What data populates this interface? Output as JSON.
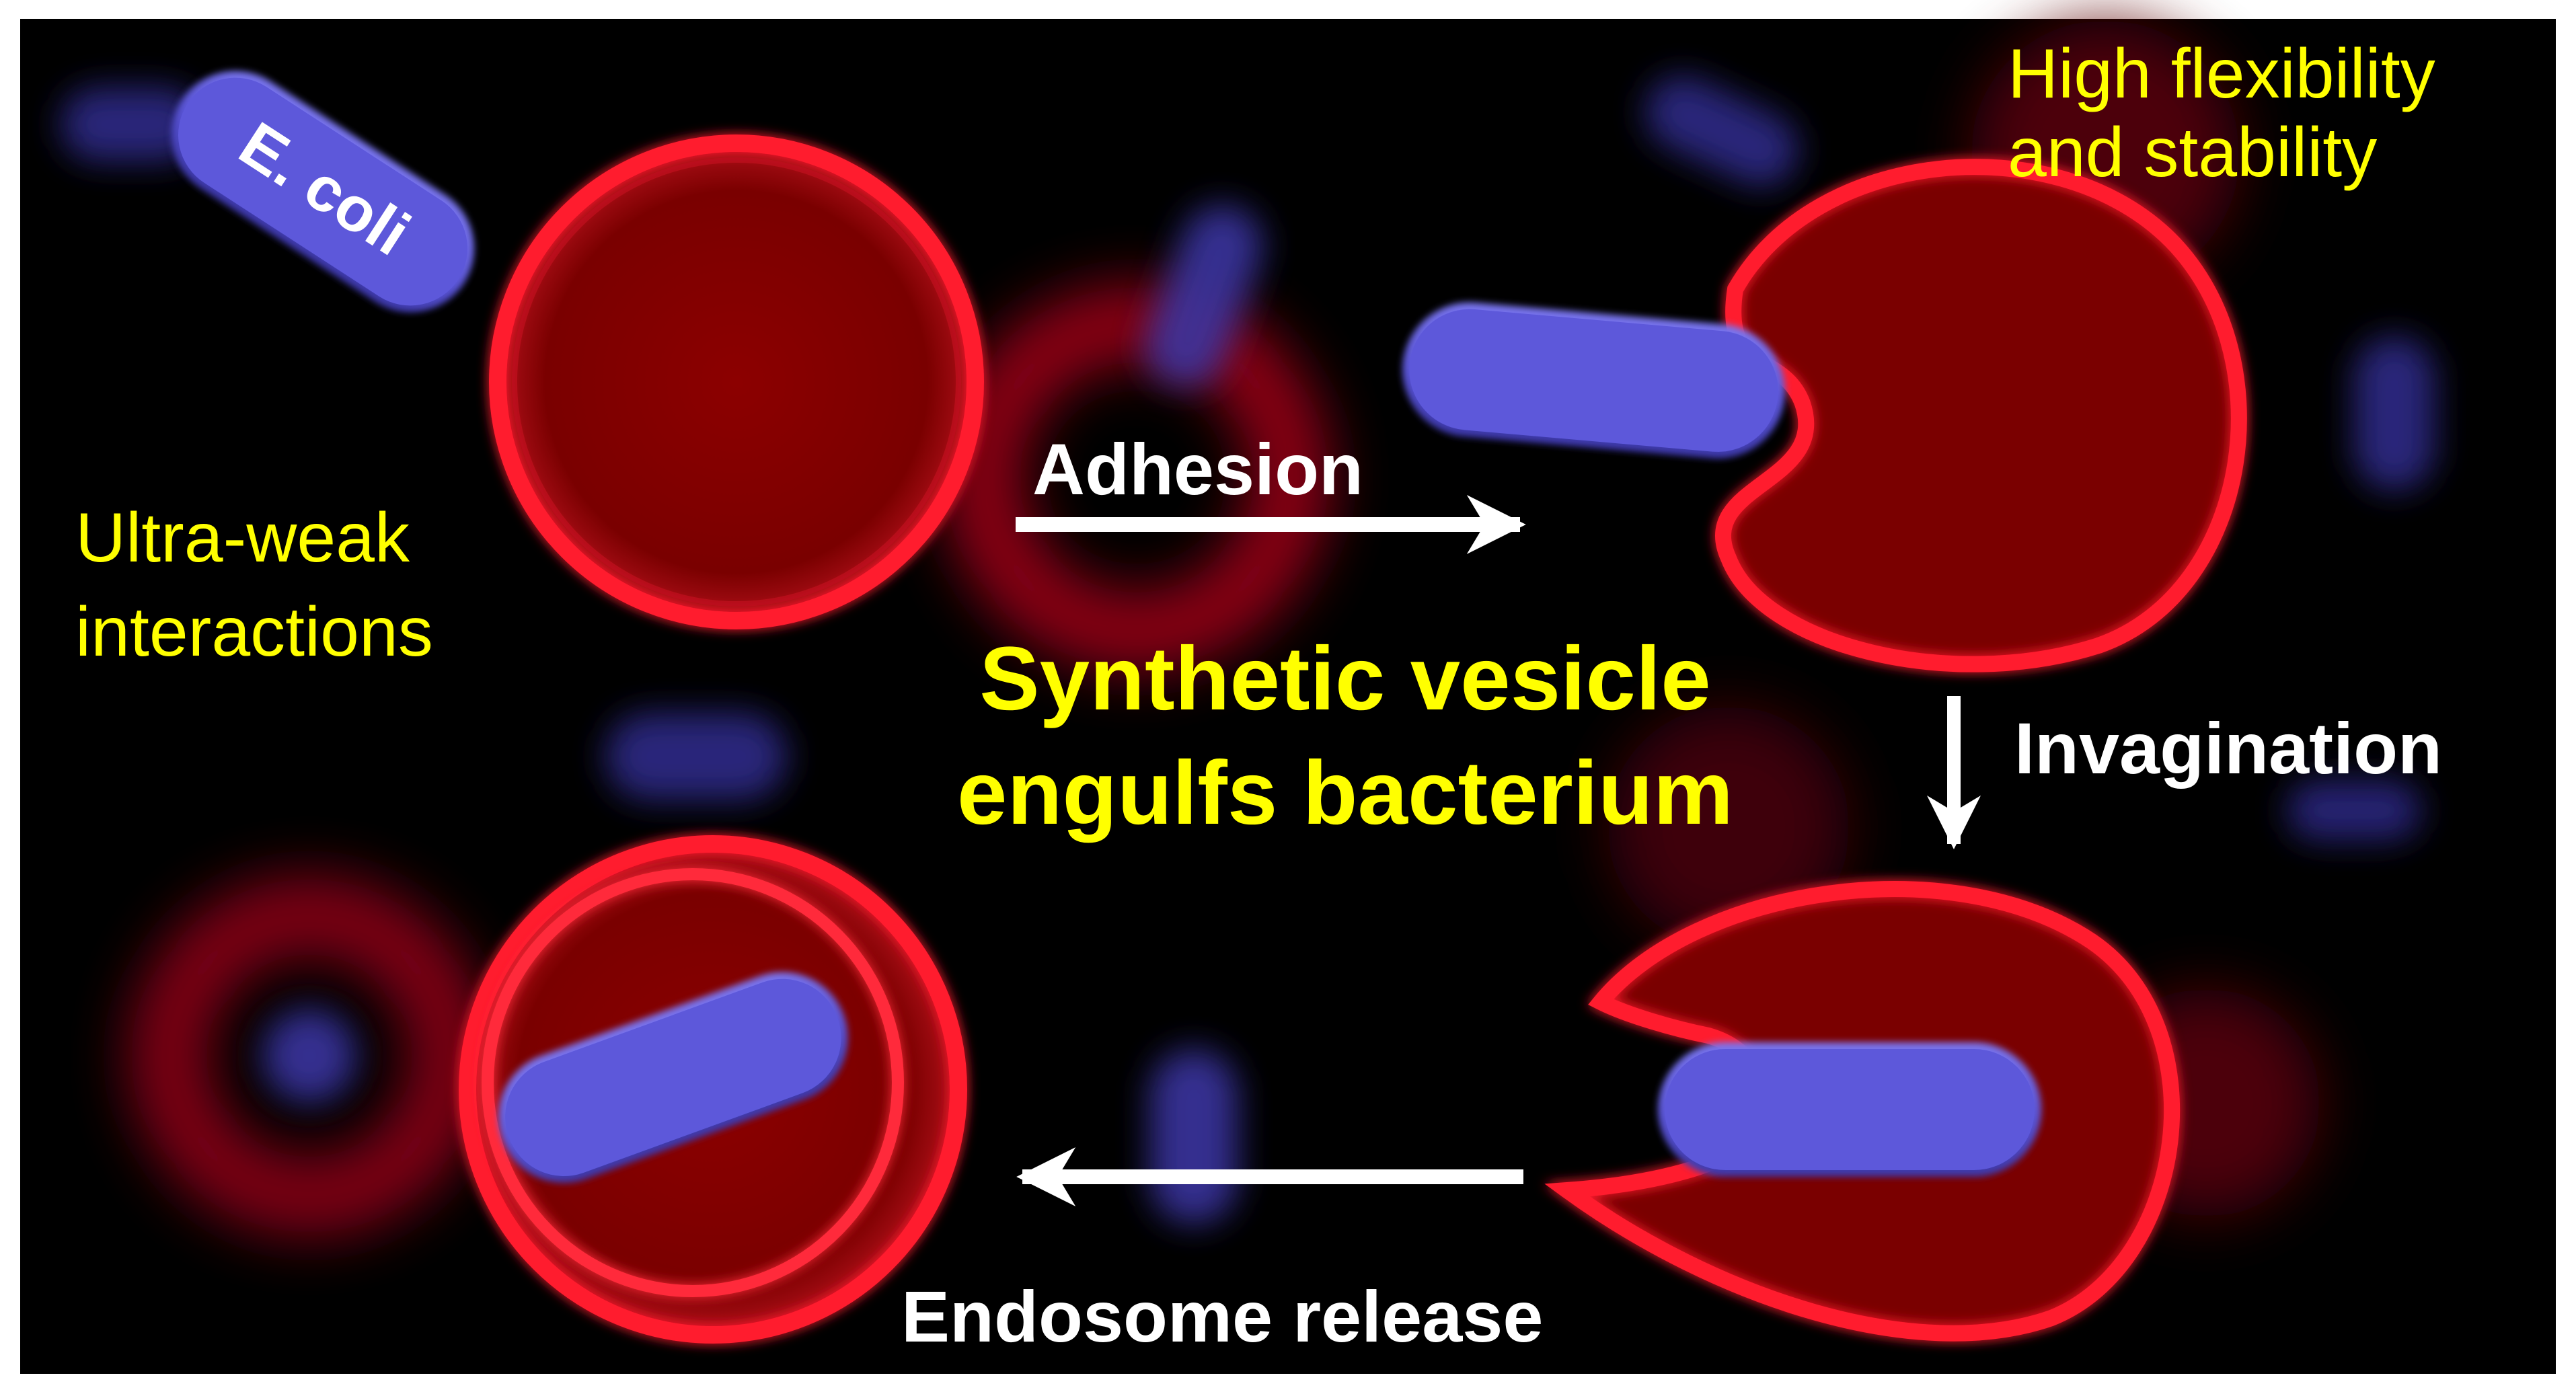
{
  "labels": {
    "ecoli": "E. coli",
    "high_flexibility_line1": "High flexibility",
    "high_flexibility_line2": "and stability",
    "ultra_weak_line1": "Ultra-weak",
    "ultra_weak_line2": "interactions",
    "adhesion": "Adhesion",
    "invagination": "Invagination",
    "endosome_release": "Endosome release",
    "title_line1": "Synthetic vesicle",
    "title_line2": "engulfs bacterium"
  },
  "colors": {
    "background": "#000000",
    "frame": "#ffffff",
    "vesicle_fill": "#7a0000",
    "vesicle_rim": "#ff1a2e",
    "bacterium": "#5a55d6",
    "yellow_text": "#ffff00",
    "white_text": "#ffffff",
    "arrow": "#ffffff"
  }
}
